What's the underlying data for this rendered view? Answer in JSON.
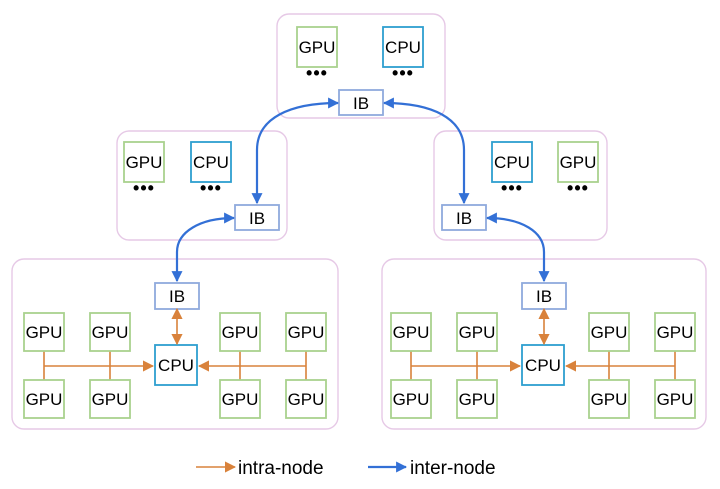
{
  "labels": {
    "gpu": "GPU",
    "cpu": "CPU",
    "ib": "IB",
    "ellipsis": "•••"
  },
  "legend": {
    "intra": "intra-node",
    "inter": "inter-node"
  },
  "colors": {
    "gpu_border": "#a9d18e",
    "cpu_border": "#2e9fcf",
    "ib_border": "#8faadc",
    "node_border": "#e6c9e6",
    "intra_link": "#d9823b",
    "inter_link": "#3370d6"
  }
}
